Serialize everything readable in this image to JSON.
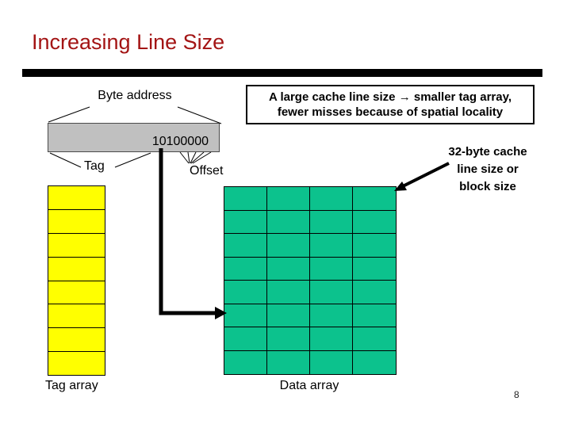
{
  "slide": {
    "title": "Increasing Line Size",
    "page_number": "8",
    "accent_color": "#a31414"
  },
  "callout": {
    "line1": "A large cache line size → smaller tag array,",
    "line2": "fewer misses because of spatial locality"
  },
  "address": {
    "label": "Byte address",
    "value": "10100000",
    "tag_label": "Tag",
    "offset_label": "Offset",
    "box_color": "#c0c0c0"
  },
  "annotation": {
    "line1": "32-byte cache",
    "line2": "line size or",
    "line3": "block size"
  },
  "tag_array": {
    "label": "Tag array",
    "rows": 8,
    "color": "#ffff00"
  },
  "data_array": {
    "label": "Data array",
    "rows": 8,
    "cols": 4,
    "color": "#0cc28d"
  }
}
